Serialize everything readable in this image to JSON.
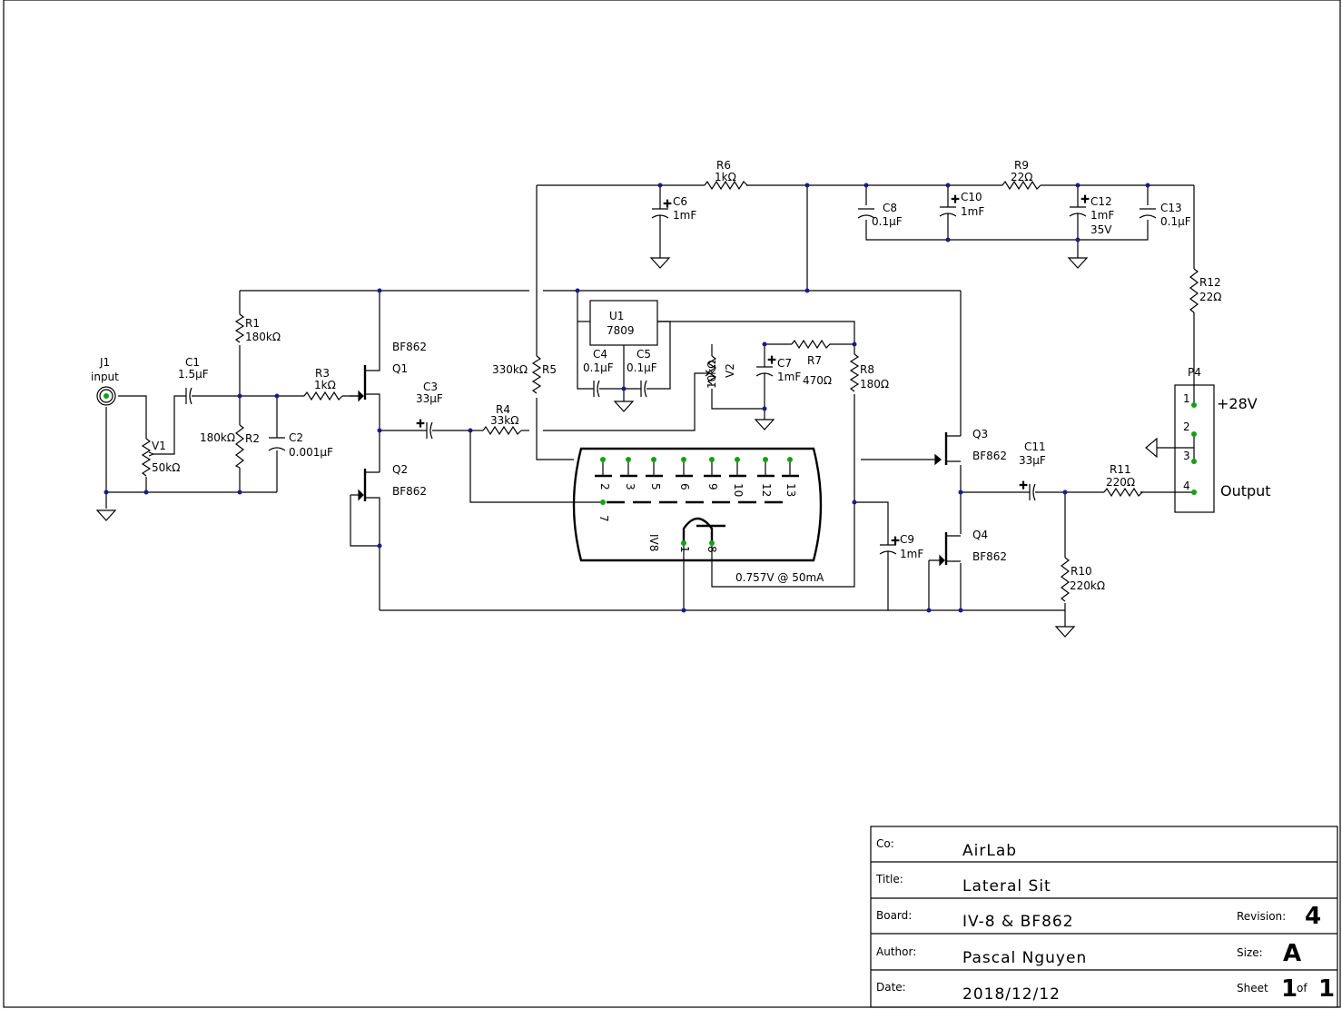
{
  "title_block": {
    "company_label": "Co:",
    "company": "AirLab",
    "title_label": "Title:",
    "title": "Lateral Sit",
    "board_label": "Board:",
    "board": "IV-8 & BF862",
    "revision_label": "Revision:",
    "revision": "4",
    "author_label": "Author:",
    "author": "Pascal Nguyen",
    "size_label": "Size:",
    "size": "A",
    "date_label": "Date:",
    "date": "2018/12/12",
    "sheet_label": "Sheet",
    "sheet_num": "1",
    "sheet_of": "of",
    "sheet_total": "1"
  },
  "components": {
    "J1": {
      "ref": "J1",
      "value": "input"
    },
    "C1": {
      "ref": "C1",
      "value": "1.5µF"
    },
    "V1": {
      "ref": "V1",
      "value": "50kΩ"
    },
    "R1": {
      "ref": "R1",
      "value": "180kΩ"
    },
    "R2": {
      "ref": "R2",
      "value": "180kΩ"
    },
    "C2": {
      "ref": "C2",
      "value": "0.001µF"
    },
    "R3": {
      "ref": "R3",
      "value": "1kΩ"
    },
    "Q1": {
      "ref": "Q1",
      "value": "BF862"
    },
    "Q2": {
      "ref": "Q2",
      "value": "BF862"
    },
    "C3": {
      "ref": "C3",
      "value": "33µF"
    },
    "R4": {
      "ref": "R4",
      "value": "33kΩ"
    },
    "R5": {
      "ref": "R5",
      "value": "330kΩ"
    },
    "R6": {
      "ref": "R6",
      "value": "1kΩ"
    },
    "C6": {
      "ref": "C6",
      "value": "1mF"
    },
    "U1": {
      "ref": "U1",
      "value": "7809"
    },
    "C4": {
      "ref": "C4",
      "value": "0.1µF"
    },
    "C5": {
      "ref": "C5",
      "value": "0.1µF"
    },
    "V2": {
      "ref": "V2",
      "value": "10kΩ"
    },
    "C7": {
      "ref": "C7",
      "value": "1mF"
    },
    "R7": {
      "ref": "R7",
      "value": "470Ω"
    },
    "R8": {
      "ref": "R8",
      "value": "180Ω"
    },
    "C8": {
      "ref": "C8",
      "value": "0.1µF"
    },
    "C10": {
      "ref": "C10",
      "value": "1mF"
    },
    "R9": {
      "ref": "R9",
      "value": "22Ω"
    },
    "C12": {
      "ref": "C12",
      "value": "1mF",
      "rating": "35V"
    },
    "C13": {
      "ref": "C13",
      "value": "0.1µF"
    },
    "R12": {
      "ref": "R12",
      "value": "22Ω"
    },
    "P4": {
      "ref": "P4"
    },
    "Q3": {
      "ref": "Q3",
      "value": "BF862"
    },
    "Q4": {
      "ref": "Q4",
      "value": "BF862"
    },
    "C11": {
      "ref": "C11",
      "value": "33µF"
    },
    "R11": {
      "ref": "R11",
      "value": "220Ω"
    },
    "R10": {
      "ref": "R10",
      "value": "220kΩ"
    },
    "C9": {
      "ref": "C9",
      "value": "1mF"
    },
    "tube": {
      "ref": "IV8",
      "heater_note": "0.757V @ 50mA"
    }
  },
  "tube_pins": {
    "grid_pins": [
      "2",
      "3",
      "5",
      "6",
      "9",
      "10",
      "12",
      "13"
    ],
    "pin7": "7",
    "pin1": "1",
    "pin8": "8"
  },
  "connector": {
    "pins": [
      "1",
      "2",
      "3",
      "4"
    ],
    "supply_label": "+28V",
    "output_label": "Output"
  },
  "colors": {
    "wire": "#000000",
    "junction": "#1a1a8c",
    "pin": "#14a014",
    "background": "#ffffff"
  }
}
